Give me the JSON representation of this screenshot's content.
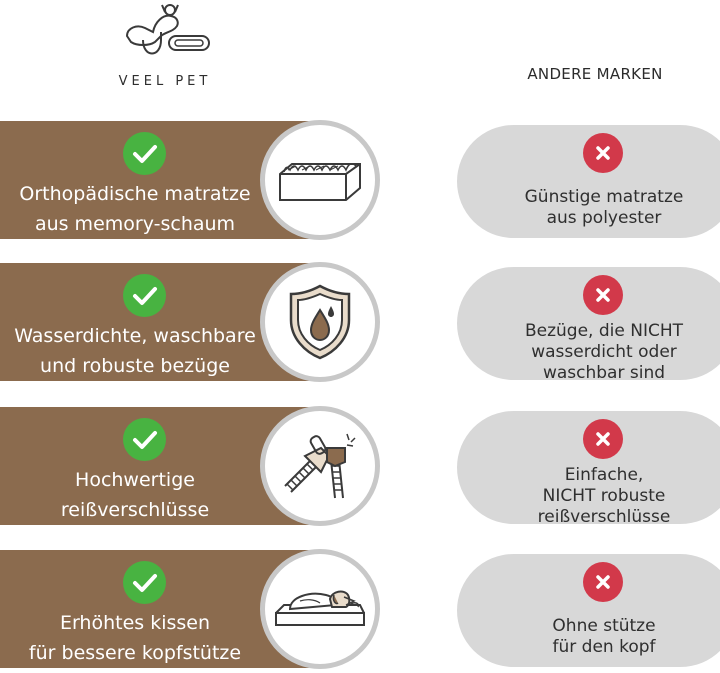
{
  "brand": {
    "name": "VEEL PET"
  },
  "other_header": "ANDERE MARKEN",
  "colors": {
    "brown": "#8b6b4e",
    "check_green": "#48b341",
    "cross_red": "#d2394a",
    "pill_grey": "#d8d8d8"
  },
  "rows": [
    {
      "veel": [
        "Orthopädische matratze",
        "aus memory-schaum"
      ],
      "icon": "foam-mattress-icon",
      "other": [
        "Günstige matratze",
        "aus polyester"
      ]
    },
    {
      "veel": [
        "Wasserdichte, waschbare",
        "und robuste bezüge"
      ],
      "icon": "waterproof-shield-icon",
      "other": [
        "Bezüge, die NICHT",
        "wasserdicht oder",
        "waschbar sind"
      ]
    },
    {
      "veel": [
        "Hochwertige",
        "reißverschlüsse"
      ],
      "icon": "zipper-icon",
      "other": [
        "Einfache,",
        "NICHT robuste",
        "reißverschlüsse"
      ]
    },
    {
      "veel": [
        "Erhöhtes kissen",
        "für bessere kopfstütze"
      ],
      "icon": "dog-on-bed-icon",
      "other": [
        "Ohne stütze",
        "für den kopf"
      ]
    }
  ]
}
